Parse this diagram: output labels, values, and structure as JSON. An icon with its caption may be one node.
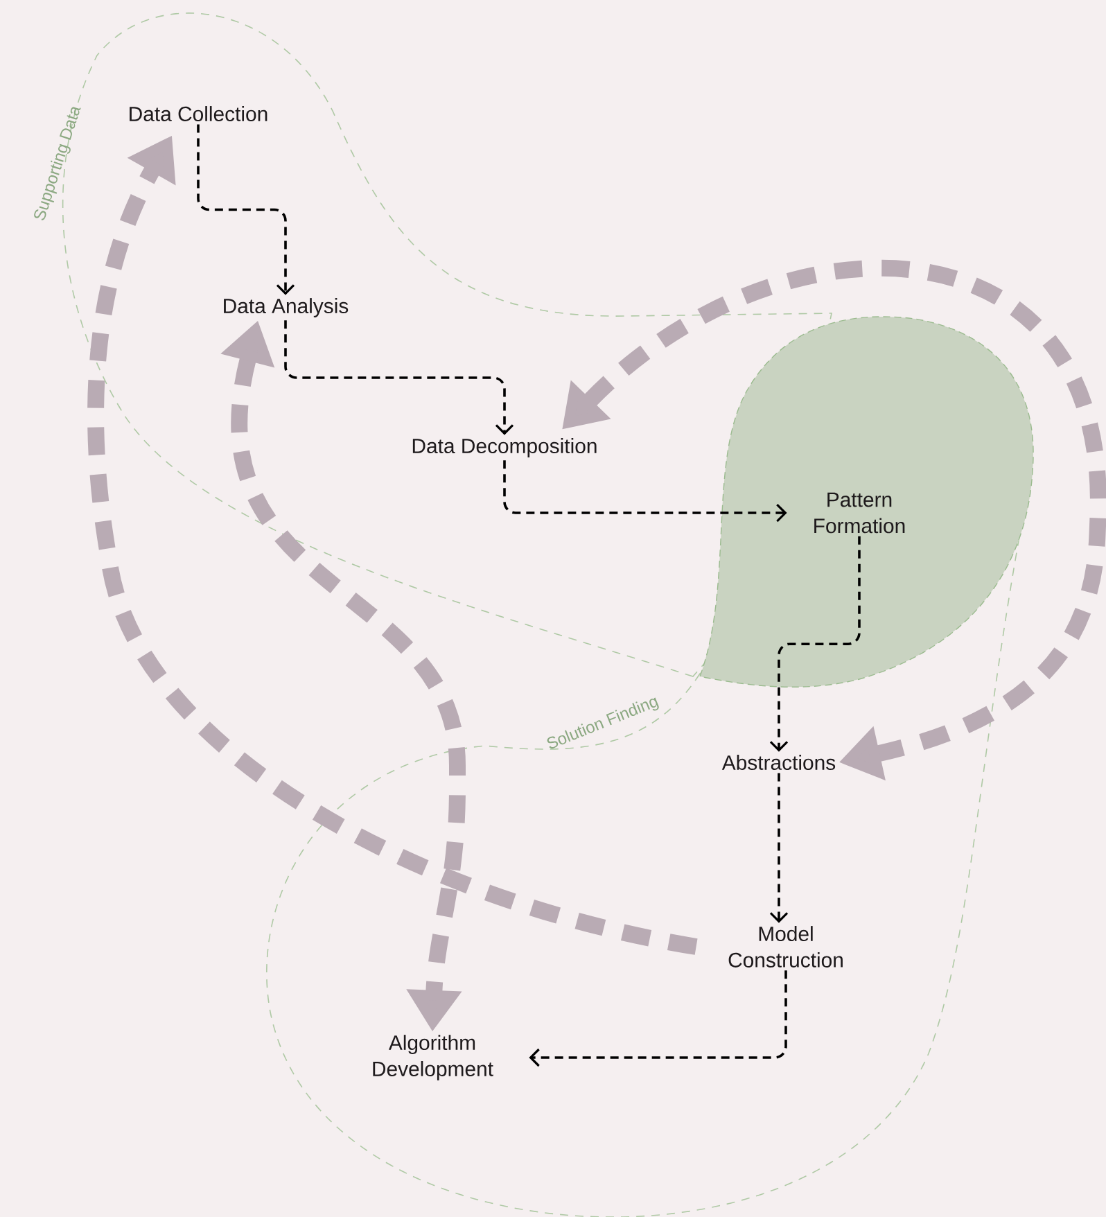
{
  "diagram": {
    "nodes": [
      {
        "text": [
          "Supporting Data"
        ]
      },
      {
        "text": [
          "Data Collection"
        ],
        "in": 0
      },
      {
        "text": [
          "Data Analysis"
        ],
        "in": 0
      },
      {
        "text": [
          "Data Decomposition"
        ],
        "in": 0
      },
      {
        "text": [
          "Pattern Formation"
        ]
      },
      {
        "text": [
          "Solution Finding"
        ]
      },
      {
        "text": [
          "Abstractions"
        ],
        "in": 5
      },
      {
        "text": [
          "Model Construction"
        ],
        "in": 5
      },
      {
        "text": [
          "Algorithm Development"
        ],
        "in": 5
      }
    ],
    "edges": [
      {
        "from": 1,
        "to": 2,
        "arrow": "to"
      },
      {
        "from": 2,
        "to": 3,
        "arrow": "to"
      },
      {
        "from": 3,
        "to": 4,
        "arrow": "to"
      },
      {
        "from": 4,
        "to": 6,
        "arrow": "to"
      },
      {
        "from": 6,
        "to": 7,
        "arrow": "to"
      },
      {
        "from": 7,
        "to": 8,
        "arrow": "to"
      },
      {
        "from": 7,
        "to": 1,
        "arrow": "to",
        "style": "dashed",
        "color": "#b9abb4"
      },
      {
        "from": 2,
        "to": 8,
        "arrow": "both",
        "style": "dashed",
        "color": "#b9abb4"
      },
      {
        "from": 3,
        "to": 6,
        "arrow": "both",
        "style": "dashed",
        "color": "#b9abb4"
      }
    ]
  }
}
